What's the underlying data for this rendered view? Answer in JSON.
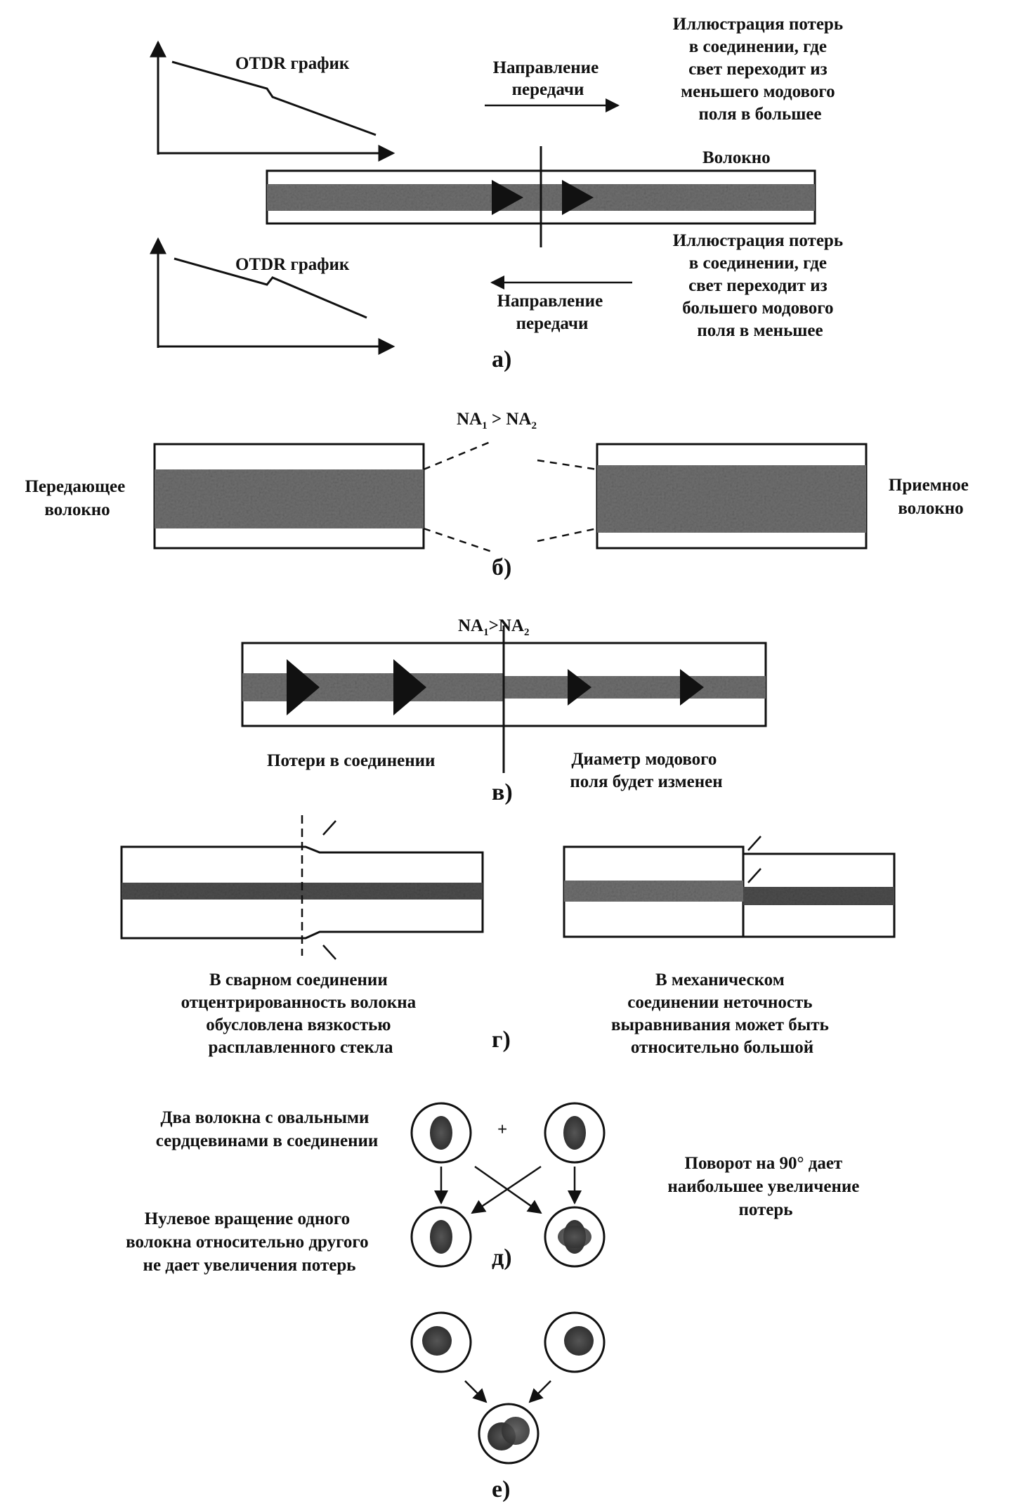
{
  "panel_a": {
    "otdr_top": "OTDR график",
    "direction_top": [
      "Направление",
      "передачи"
    ],
    "loss_top": [
      "Иллюстрация потерь",
      "в соединении, где",
      "свет переходит из",
      "меньшего модового",
      "поля в большее"
    ],
    "fiber": "Волокно",
    "otdr_bottom": "OTDR график",
    "direction_bottom": [
      "Направление",
      "передачи"
    ],
    "loss_bottom": [
      "Иллюстрация потерь",
      "в соединении, где",
      "свет переходит из",
      "большего модового",
      "поля в меньшее"
    ],
    "caption": "а)"
  },
  "panel_b": {
    "na_relation": {
      "lhs": "NA",
      "lhs_sub": "1",
      "op": " > ",
      "rhs": "NA",
      "rhs_sub": "2"
    },
    "transmitting": [
      "Передающее",
      "волокно"
    ],
    "receiving": [
      "Приемное",
      "волокно"
    ],
    "caption": "б)"
  },
  "panel_v": {
    "na_relation": {
      "lhs": "NA",
      "lhs_sub": "1",
      "op": ">",
      "rhs": "NA",
      "rhs_sub": "2"
    },
    "loss": "Потери в соединении",
    "mfd_changed": [
      "Диаметр модового",
      "поля будет изменен"
    ],
    "caption": "в)"
  },
  "panel_g": {
    "fusion": [
      "В сварном соединении",
      "отцентрированность волокна",
      "обусловлена вязкостью",
      "расплавленного стекла"
    ],
    "mechanical": [
      "В механическом",
      "соединении неточность",
      "выравнивания может быть",
      "относительно большой"
    ],
    "caption": "г)"
  },
  "panel_d": {
    "two_fibers": [
      "Два волокна с овальными",
      "сердцевинами в соединении"
    ],
    "plus": "+",
    "zero_rotation": [
      "Нулевое вращение одного",
      "волокна относительно другого",
      "не дает увеличения потерь"
    ],
    "rotation_90": [
      "Поворот на 90° дает",
      "наибольшее увеличение",
      "потерь"
    ],
    "caption": "д)"
  },
  "panel_e": {
    "caption": "е)"
  },
  "colors": {
    "line": "#111111",
    "core": "#6f6f6f",
    "core_dark": "#4d4d4d",
    "cladding": "#ffffff"
  }
}
